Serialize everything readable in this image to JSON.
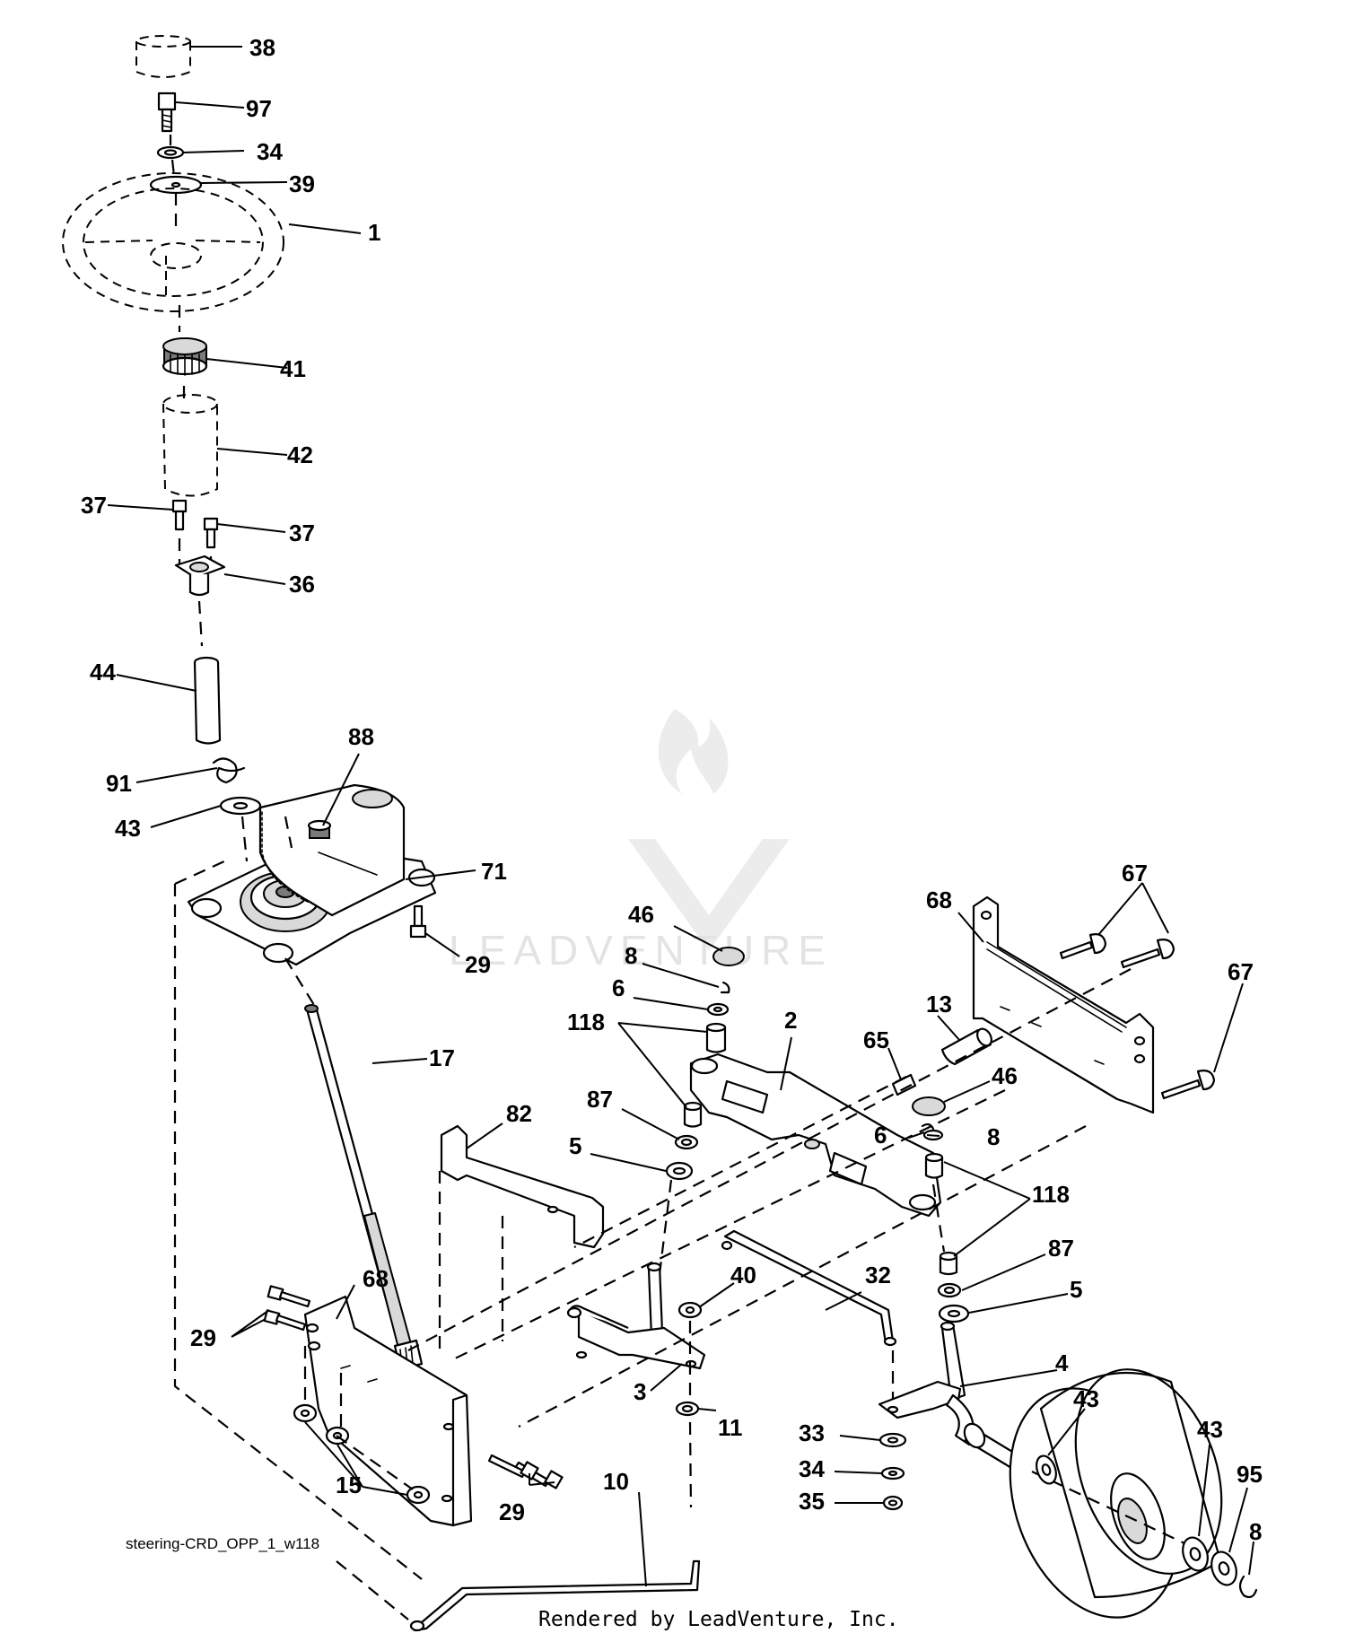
{
  "watermark": "LEADVENTURE",
  "caption": "steering-CRD_OPP_1_w118",
  "footer": "Rendered by LeadVenture, Inc.",
  "callouts": [
    "38",
    "97",
    "34",
    "39",
    "1",
    "41",
    "42",
    "37",
    "37",
    "36",
    "44",
    "88",
    "91",
    "43",
    "71",
    "29",
    "17",
    "46",
    "8",
    "6",
    "118",
    "2",
    "65",
    "13",
    "68",
    "67",
    "67",
    "46",
    "82",
    "87",
    "5",
    "6",
    "8",
    "118",
    "87",
    "5",
    "40",
    "32",
    "68",
    "29",
    "4",
    "43",
    "3",
    "11",
    "33",
    "43",
    "34",
    "95",
    "35",
    "8",
    "15",
    "29",
    "10"
  ]
}
